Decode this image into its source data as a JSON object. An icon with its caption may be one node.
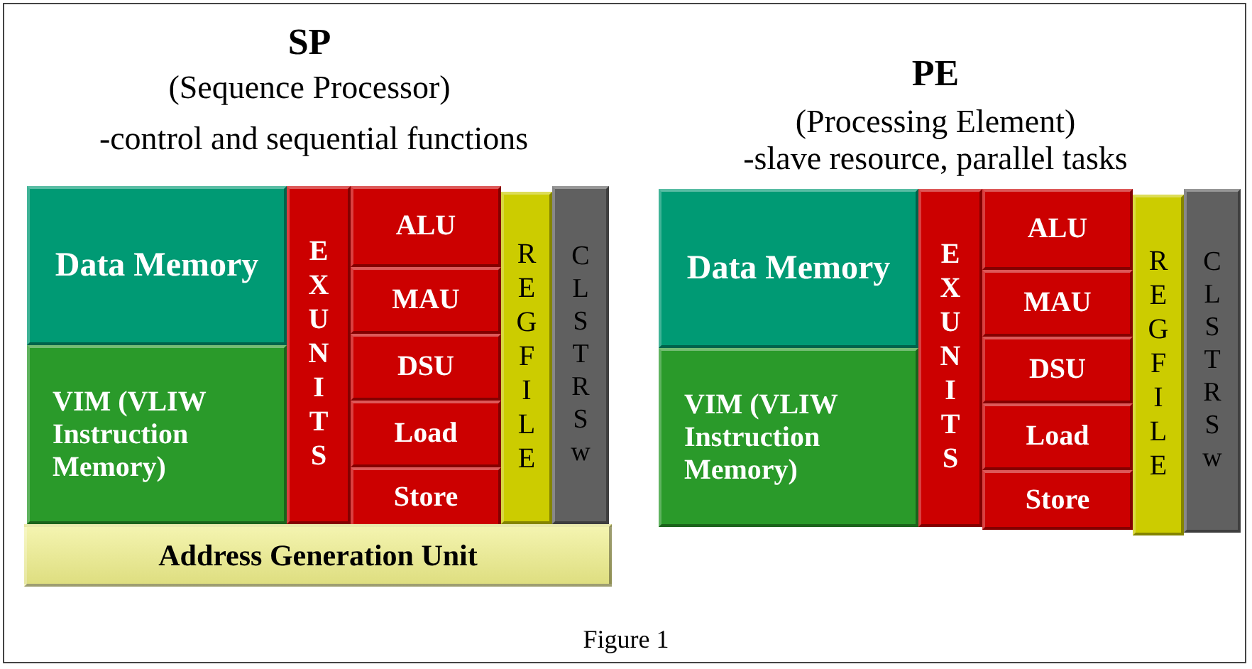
{
  "diagram": {
    "caption": "Figure 1",
    "nodes": [
      {
        "text": [
          "Data Memory"
        ]
      },
      {
        "text": [
          "VIM (VLIW Instruction Memory)"
        ]
      },
      {
        "text": [
          "EXUNITS"
        ]
      },
      {
        "text": [
          "ALU"
        ]
      },
      {
        "text": [
          "MAU"
        ]
      },
      {
        "text": [
          "DSU"
        ]
      },
      {
        "text": [
          "Load"
        ]
      },
      {
        "text": [
          "Store"
        ]
      },
      {
        "text": [
          "REGFILE"
        ]
      },
      {
        "text": [
          "CLSTRSw"
        ]
      },
      {
        "text": [
          "Address Generation Unit"
        ]
      },
      {
        "text": [
          "Data Memory"
        ]
      },
      {
        "text": [
          "VIM (VLIW Instruction Memory)"
        ]
      },
      {
        "text": [
          "EXUNITS"
        ]
      },
      {
        "text": [
          "ALU"
        ]
      },
      {
        "text": [
          "MAU"
        ]
      },
      {
        "text": [
          "DSU"
        ]
      },
      {
        "text": [
          "Load"
        ]
      },
      {
        "text": [
          "Store"
        ]
      },
      {
        "text": [
          "REGFILE"
        ]
      },
      {
        "text": [
          "CLSTRSw"
        ]
      }
    ],
    "labels": [
      "SP",
      "(Sequence Processor)",
      "-control and sequential functions",
      "PE",
      "(Processing Element)",
      "-slave resource, parallel tasks"
    ]
  }
}
